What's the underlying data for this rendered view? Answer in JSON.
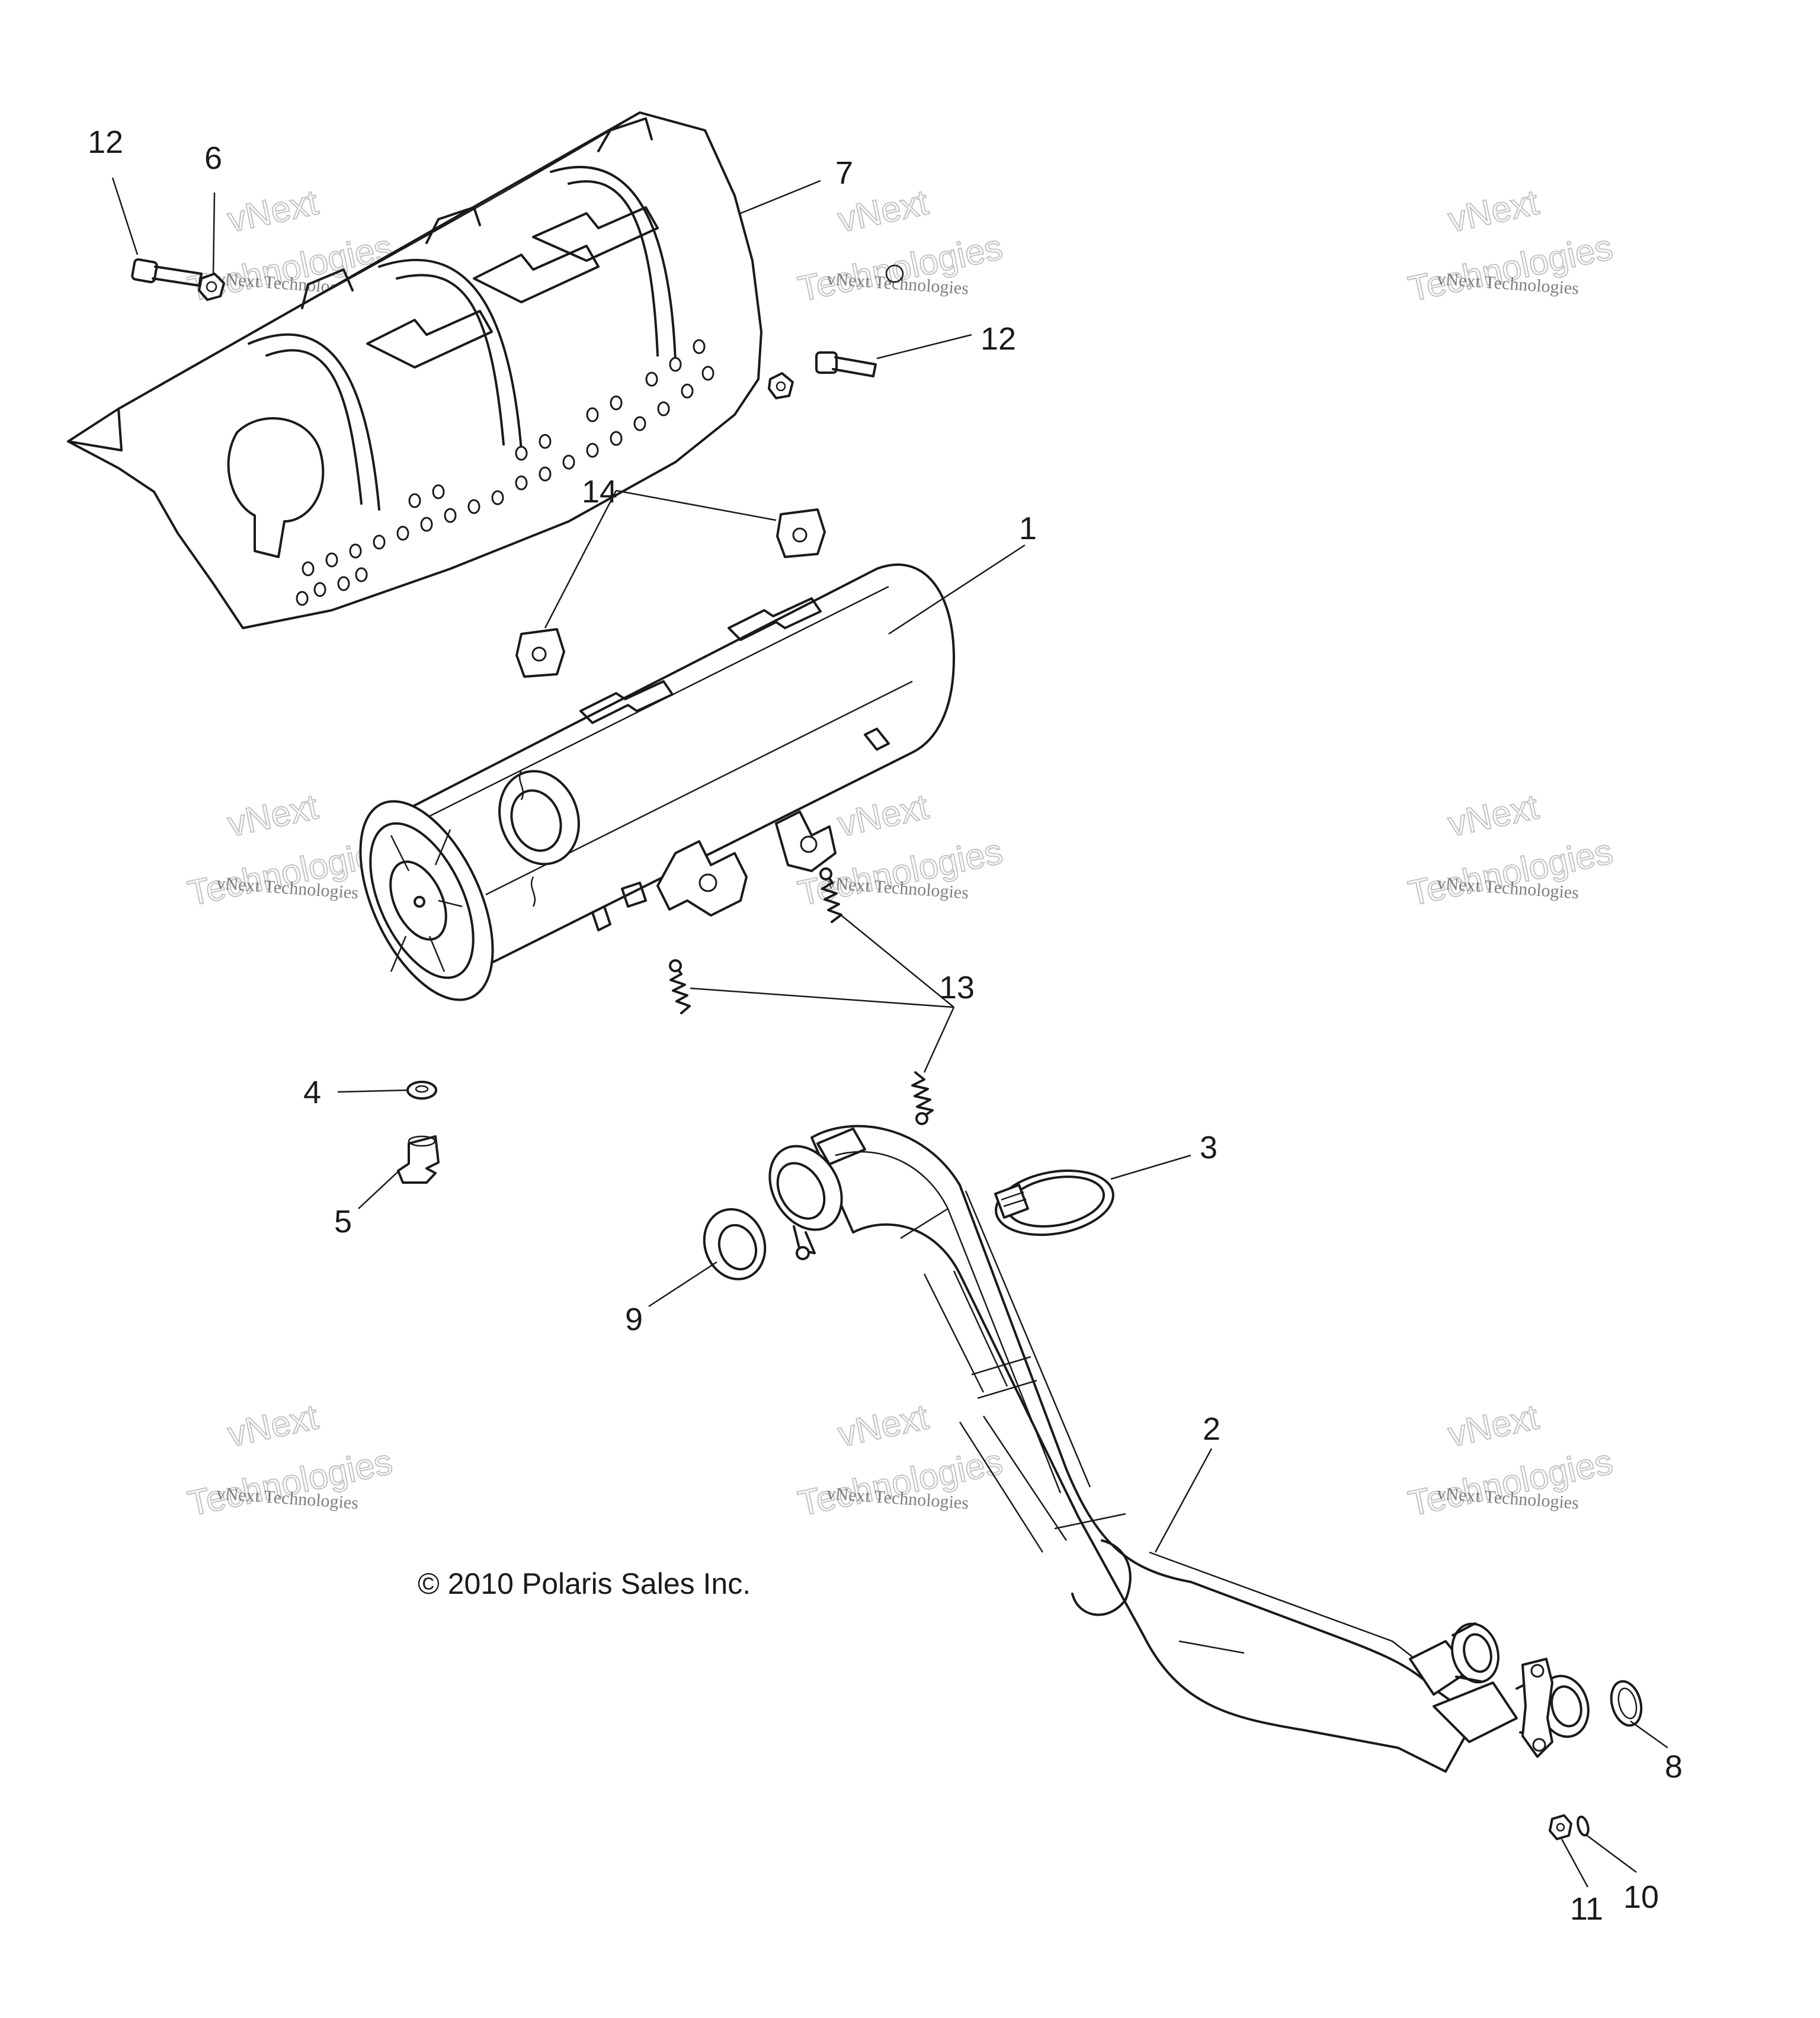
{
  "callouts": {
    "c1": "1",
    "c2": "2",
    "c3": "3",
    "c4": "4",
    "c5": "5",
    "c6": "6",
    "c7": "7",
    "c8": "8",
    "c9": "9",
    "c10": "10",
    "c11": "11",
    "c12a": "12",
    "c12b": "12",
    "c13": "13",
    "c14": "14"
  },
  "copyright": "© 2010 Polaris Sales Inc.",
  "watermark": {
    "line_small": "vNext Technologies",
    "line_big_1": "vNext",
    "line_big_2": "Technologies"
  }
}
